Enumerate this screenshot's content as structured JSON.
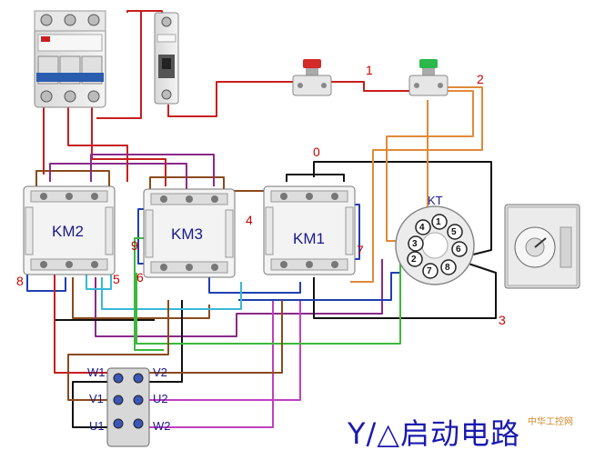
{
  "labels": {
    "n1": "1",
    "n2": "2",
    "n0": "0",
    "n3": "3",
    "n4": "4",
    "n5": "5",
    "n6": "6",
    "n7": "7",
    "n8": "8",
    "n9": "9",
    "kt": "KT"
  },
  "contactors": {
    "km2": "KM2",
    "km3": "KM3",
    "km1": "KM1"
  },
  "relay_pins": [
    "1",
    "2",
    "3",
    "4",
    "5",
    "6",
    "7",
    "8"
  ],
  "motor_terminals": {
    "w1": "W1",
    "v2": "V2",
    "v1": "V1",
    "u2": "U2",
    "u1": "U1",
    "w2": "W2"
  },
  "title": "Y/△启动电路",
  "watermark": "中华工控网",
  "wire_colors": {
    "red": "#c81e1e",
    "brown": "#8b4a1c",
    "purple": "#8a2a8a",
    "black": "#111111",
    "blue": "#1f3fb0",
    "cyan": "#38b8d8",
    "green": "#3cb83c",
    "orange": "#e08a3a",
    "magenta": "#c040c0"
  }
}
